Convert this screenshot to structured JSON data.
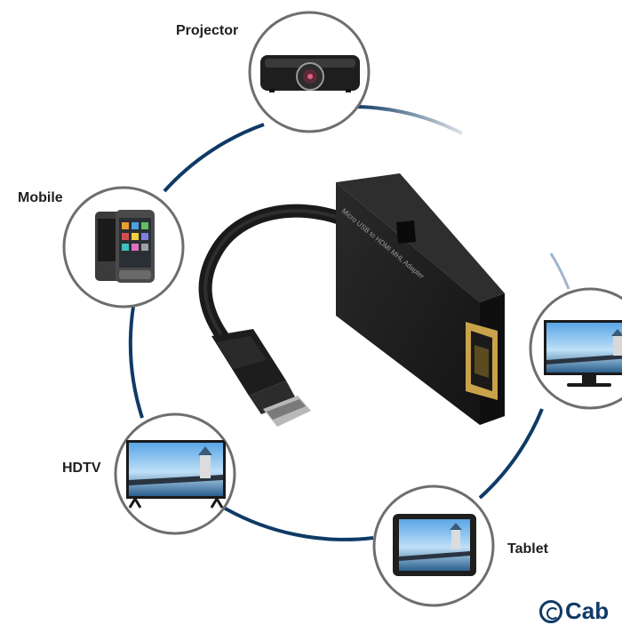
{
  "labels": {
    "projector": "Projector",
    "mobile": "Mobile",
    "hdtv": "HDTV",
    "tablet": "Tablet"
  },
  "adapter": {
    "printed_text": "Micro USB to HDMI MHL Adapter"
  },
  "brand": {
    "visible_text": "Cab"
  },
  "colors": {
    "ring": "#0f3a66",
    "circle_border": "#6e6e6e",
    "adapter_body": "#1c1c1c",
    "hdmi_port": "#c9a24a",
    "label_text": "#1f1f1f"
  }
}
